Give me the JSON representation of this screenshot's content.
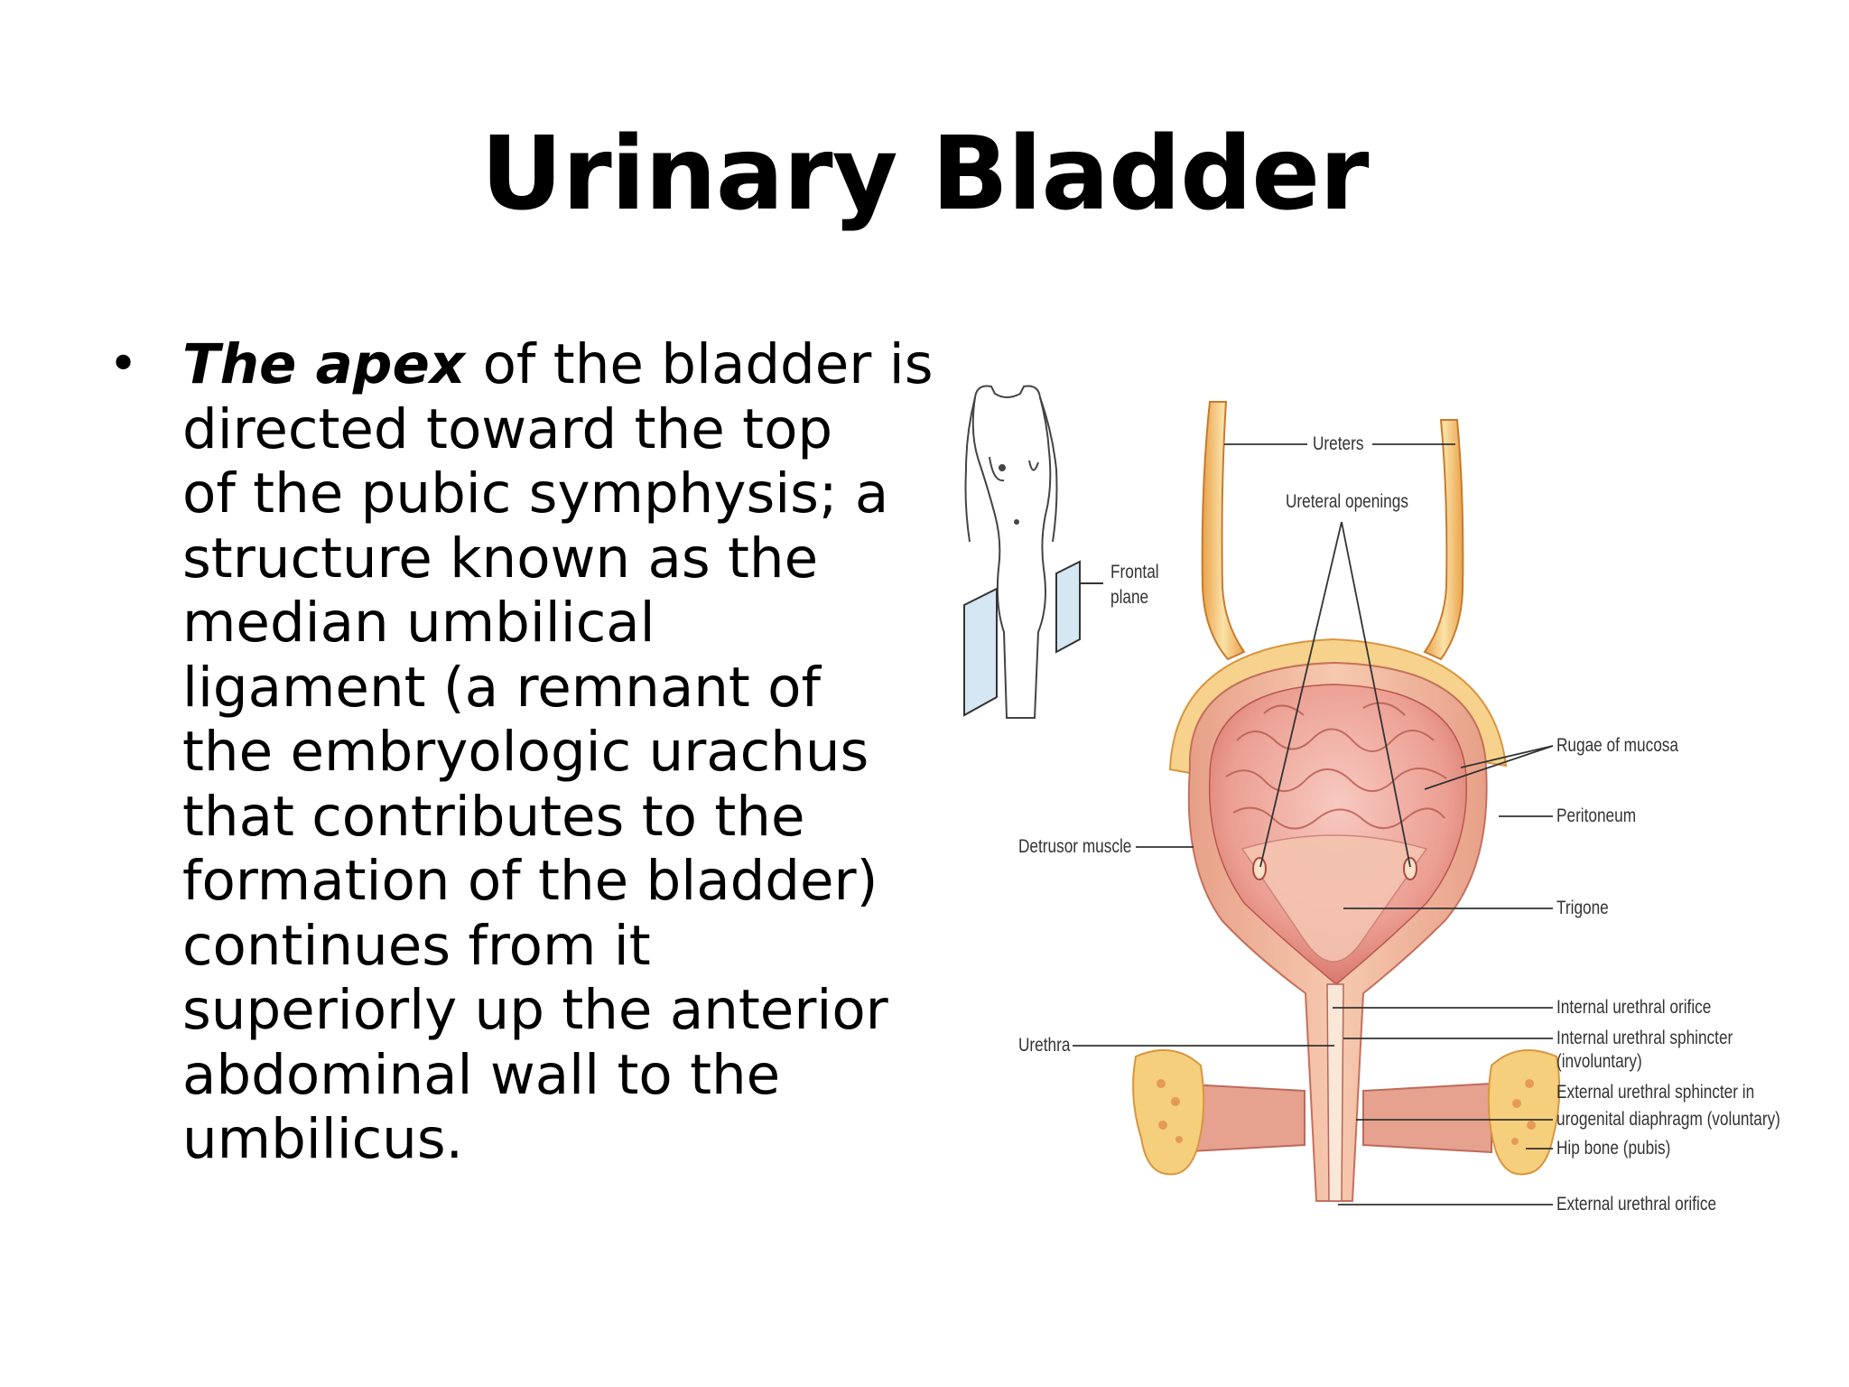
{
  "slide": {
    "title": "Urinary Bladder",
    "bullet": {
      "emphasis": "The apex",
      "lines": [
        " of the bladder is",
        "directed toward the top",
        "of the pubic symphysis; a",
        "structure known as the",
        "median umbilical",
        "ligament (a remnant of",
        "the embryologic urachus",
        "that contributes to the",
        "formation of the bladder)",
        "continues from it",
        "superiorly up the anterior",
        "abdominal wall to the",
        "umbilicus."
      ]
    }
  },
  "figure": {
    "labels": {
      "ureters": "Ureters",
      "ureteral_openings": "Ureteral openings",
      "frontal_plane_1": "Frontal",
      "frontal_plane_2": "plane",
      "rugae": "Rugae of mucosa",
      "peritoneum": "Peritoneum",
      "detrusor": "Detrusor muscle",
      "trigone": "Trigone",
      "internal_orifice": "Internal urethral orifice",
      "urethra": "Urethra",
      "internal_sphincter_1": "Internal urethral sphincter",
      "internal_sphincter_2": "(involuntary)",
      "external_sphincter_1": "External urethral sphincter in",
      "external_sphincter_2": "urogenital diaphragm (voluntary)",
      "hip_bone": "Hip bone (pubis)",
      "external_orifice": "External urethral orifice"
    }
  }
}
